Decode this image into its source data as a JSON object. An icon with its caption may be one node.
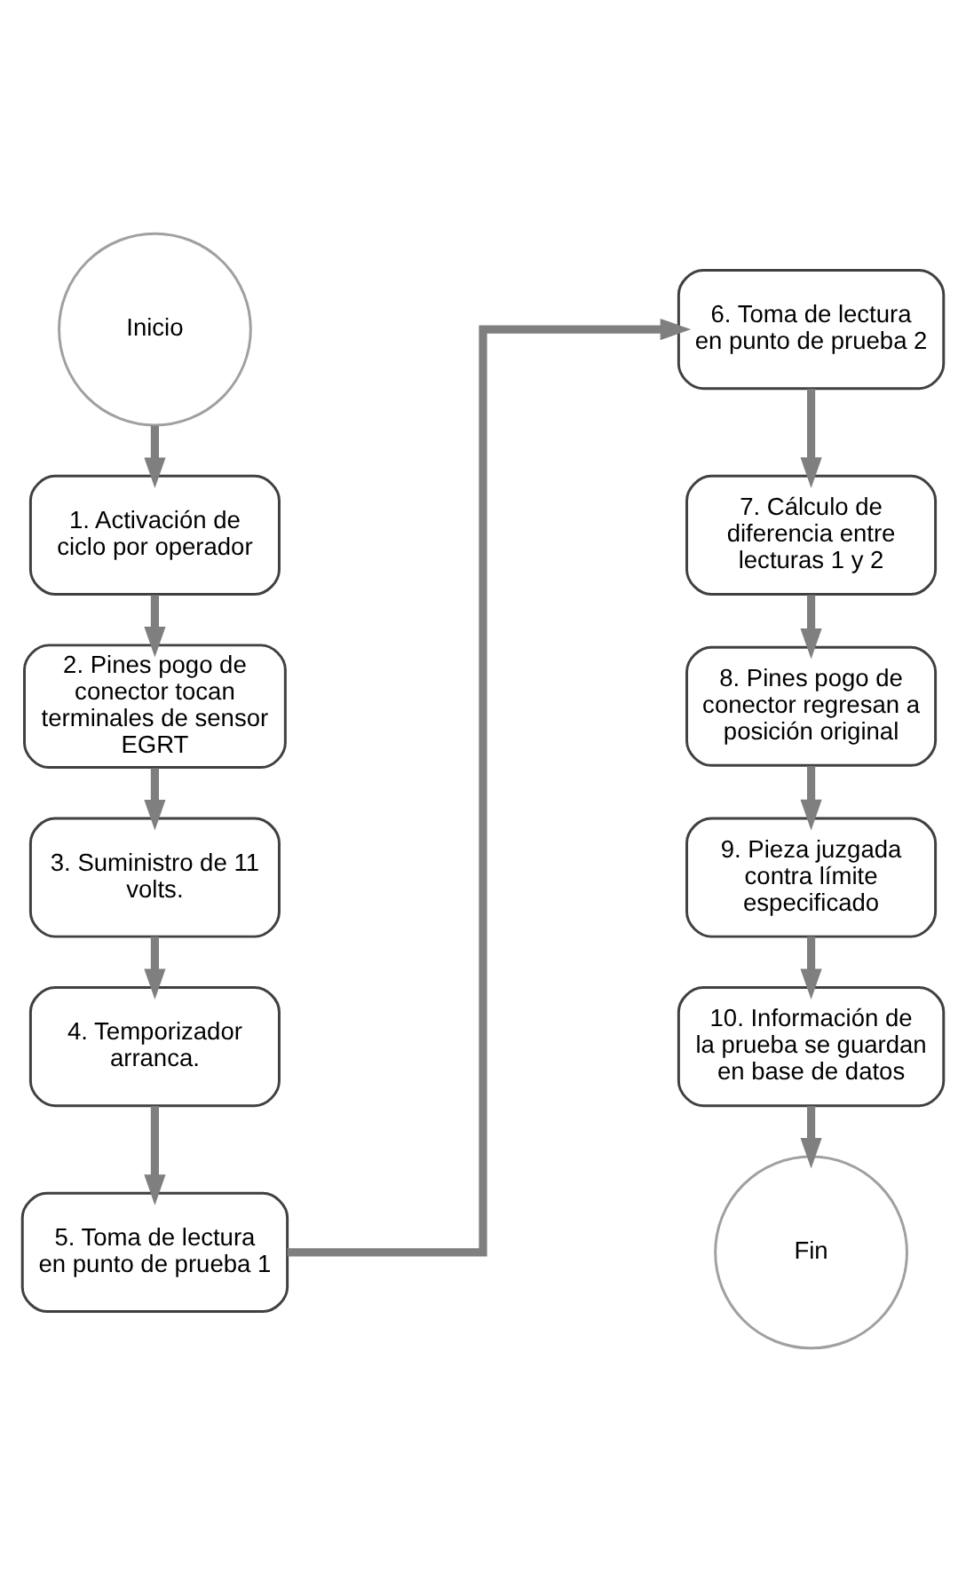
{
  "diagram": {
    "nodes": [
      {
        "text": [
          "Inicio"
        ]
      },
      {
        "text": [
          "1. Activación de ciclo por operador"
        ]
      },
      {
        "text": [
          "2. Pines pogo de conector tocan terminales de sensor EGRT"
        ]
      },
      {
        "text": [
          "3. Suministro de 11 volts."
        ]
      },
      {
        "text": [
          "4. Temporizador arranca."
        ]
      },
      {
        "text": [
          "5. Toma de lectura en punto de prueba 1"
        ]
      },
      {
        "text": [
          "6. Toma de lectura en punto de prueba 2"
        ]
      },
      {
        "text": [
          "7. Cálculo de diferencia entre lecturas 1 y 2"
        ]
      },
      {
        "text": [
          "8. Pines pogo de conector regresan a posición original"
        ]
      },
      {
        "text": [
          "9. Pieza juzgada contra límite especificado"
        ]
      },
      {
        "text": [
          "10. Información de la prueba se guardan en base de datos"
        ]
      },
      {
        "text": [
          "Fin"
        ]
      }
    ],
    "edges": [
      {
        "from": 0,
        "to": 1,
        "arrow": "to"
      },
      {
        "from": 1,
        "to": 2,
        "arrow": "to"
      },
      {
        "from": 2,
        "to": 3,
        "arrow": "to"
      },
      {
        "from": 3,
        "to": 4,
        "arrow": "to"
      },
      {
        "from": 4,
        "to": 5,
        "arrow": "to"
      },
      {
        "from": 5,
        "to": 6,
        "arrow": "to"
      },
      {
        "from": 6,
        "to": 7,
        "arrow": "to"
      },
      {
        "from": 7,
        "to": 8,
        "arrow": "to"
      },
      {
        "from": 8,
        "to": 9,
        "arrow": "to"
      },
      {
        "from": 9,
        "to": 10,
        "arrow": "to"
      },
      {
        "from": 10,
        "to": 11,
        "arrow": "to"
      }
    ]
  }
}
